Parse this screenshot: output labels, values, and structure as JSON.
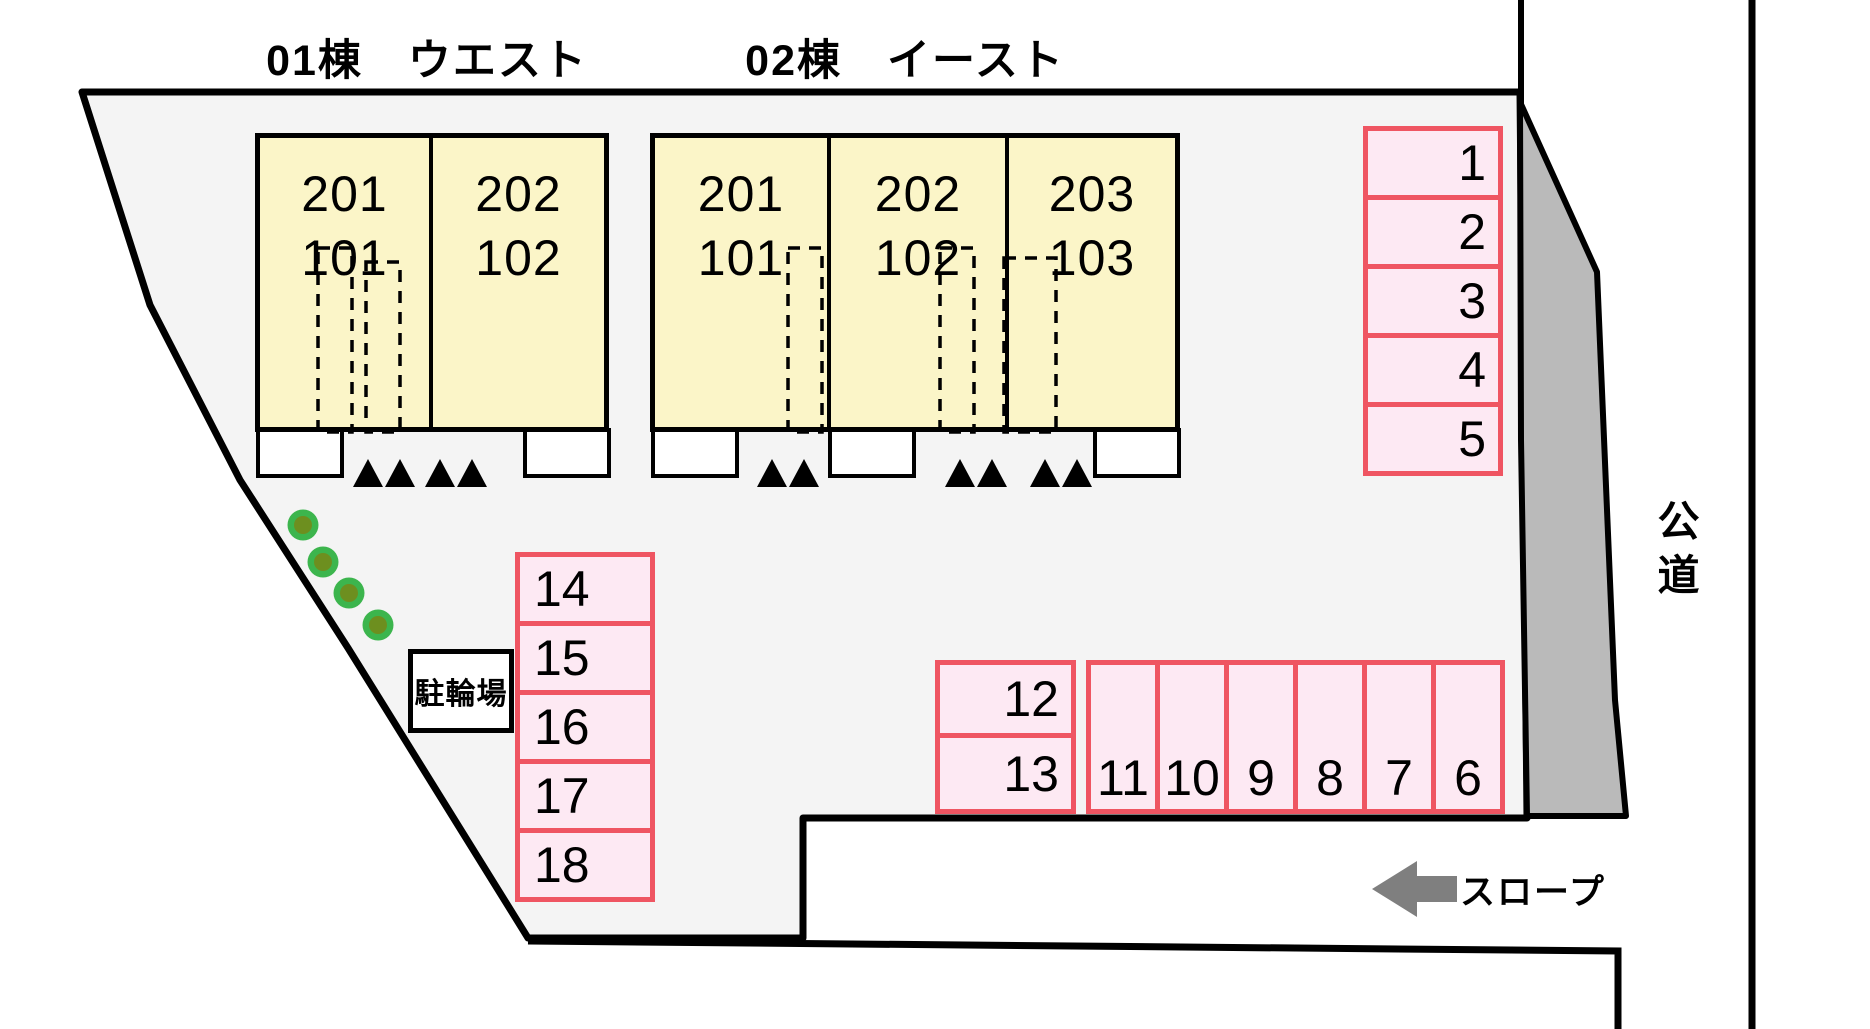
{
  "site": {
    "titles": [
      {
        "label": "01棟　ウエスト"
      },
      {
        "label": "02棟　イースト"
      }
    ],
    "buildings": [
      {
        "units": [
          {
            "upper": "201",
            "lower": "101"
          },
          {
            "upper": "202",
            "lower": "102"
          }
        ]
      },
      {
        "units": [
          {
            "upper": "201",
            "lower": "101"
          },
          {
            "upper": "202",
            "lower": "102"
          },
          {
            "upper": "203",
            "lower": "103"
          }
        ]
      }
    ]
  },
  "parking": {
    "right_column": [
      "1",
      "2",
      "3",
      "4",
      "5"
    ],
    "left_column": [
      "14",
      "15",
      "16",
      "17",
      "18"
    ],
    "stacked": [
      "12",
      "13"
    ],
    "bottom_row": [
      "11",
      "10",
      "9",
      "8",
      "7",
      "6"
    ]
  },
  "labels": {
    "bicycle_parking": "駐輪場",
    "public_road": "公道",
    "slope": "スロープ"
  },
  "colors": {
    "building_fill": "#fbf5c8",
    "stall_fill": "#fde9f3",
    "stall_border": "#ef5562",
    "site_fill": "#f4f4f4",
    "offsite_gray": "#bababa",
    "arrow_gray": "#7f7f7f",
    "tree_outer_green": "#3cb54d",
    "tree_inner_green": "#6d8f1f"
  }
}
